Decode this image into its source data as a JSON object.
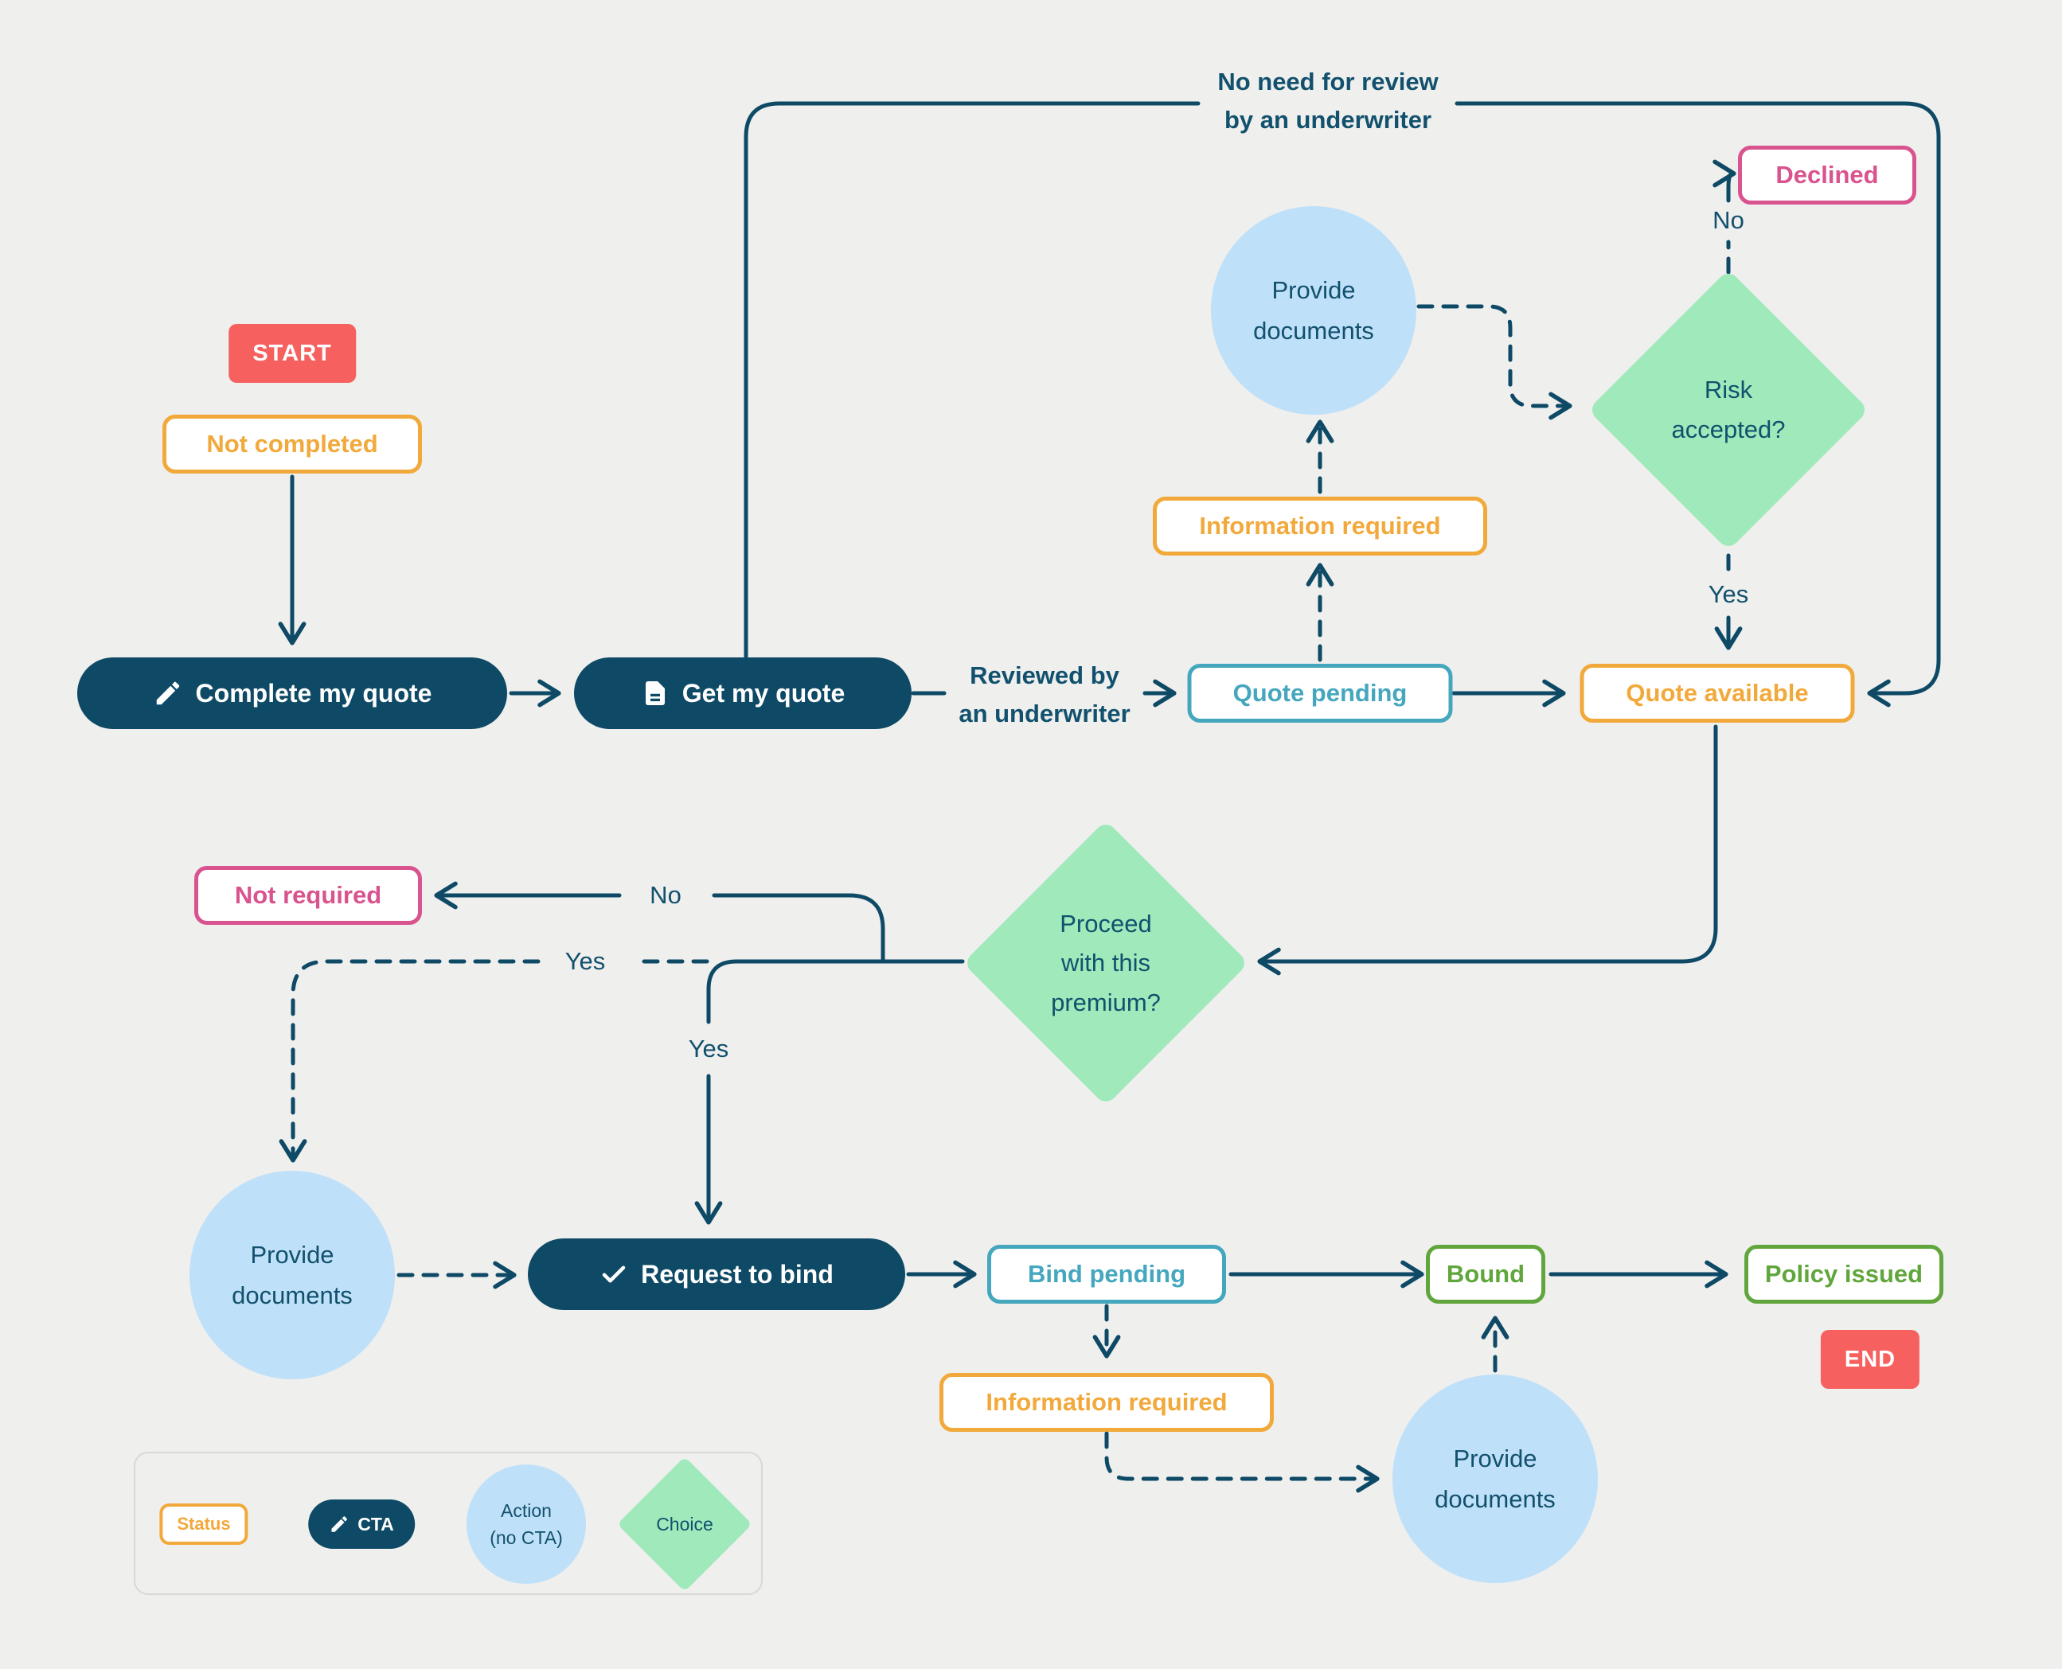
{
  "colors": {
    "background": "#EFEFEE",
    "navy": "#0E4A66",
    "orange": "#F2A93B",
    "teal": "#45A7BE",
    "pink": "#D9538E",
    "green": "#61A63C",
    "red_badge": "#F6615F",
    "light_blue_action": "#BFE0F9",
    "light_green_choice": "#A0E9BB"
  },
  "nodes": {
    "start": {
      "label": "START"
    },
    "not_completed": {
      "label": "Not completed"
    },
    "complete_quote": {
      "label": "Complete my quote"
    },
    "get_quote": {
      "label": "Get my quote"
    },
    "quote_pending": {
      "label": "Quote pending"
    },
    "information_required": {
      "label": "Information required"
    },
    "provide_documents": {
      "line1": "Provide",
      "line2": "documents"
    },
    "risk_accepted": {
      "line1": "Risk",
      "line2": "accepted?"
    },
    "declined": {
      "label": "Declined"
    },
    "quote_available": {
      "label": "Quote available"
    },
    "proceed_premium": {
      "line1": "Proceed",
      "line2": "with this",
      "line3": "premium?"
    },
    "not_required": {
      "label": "Not required"
    },
    "request_bind": {
      "label": "Request to bind"
    },
    "bind_pending": {
      "label": "Bind pending"
    },
    "bound": {
      "label": "Bound"
    },
    "policy_issued": {
      "label": "Policy issued"
    },
    "end": {
      "label": "END"
    }
  },
  "edge_labels": {
    "reviewed": {
      "line1": "Reviewed by",
      "line2": "an underwriter"
    },
    "no_review": {
      "line1": "No need for review",
      "line2": "by an underwriter"
    },
    "risk_no": "No",
    "risk_yes": "Yes",
    "premium_no": "No",
    "premium_yes_dashed": "Yes",
    "premium_yes_solid": "Yes"
  },
  "legend": {
    "status": "Status",
    "cta": "CTA",
    "action": {
      "line1": "Action",
      "line2": "(no CTA)"
    },
    "choice": "Choice"
  }
}
